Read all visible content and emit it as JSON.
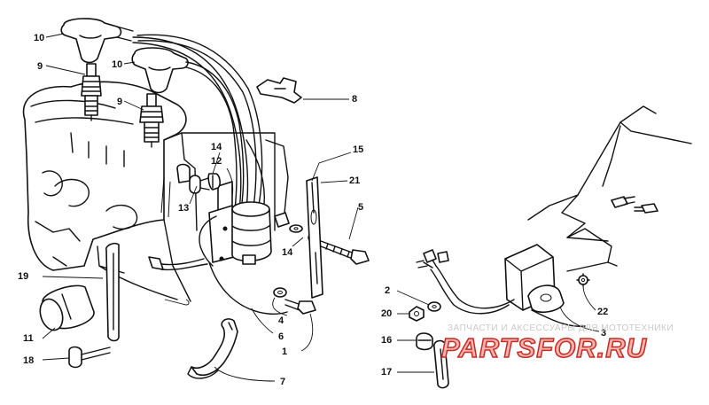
{
  "diagram": {
    "callouts": [
      "10",
      "9",
      "10",
      "9",
      "8",
      "14",
      "12",
      "13",
      "15",
      "21",
      "5",
      "14",
      "19",
      "11",
      "18",
      "4",
      "6",
      "1",
      "7",
      "2",
      "20",
      "16",
      "17",
      "22",
      "3"
    ]
  },
  "watermark": {
    "tagline": "ЗАПЧАСТИ И АКСЕССУАРЫ ДЛЯ МОТОТЕХНИКИ",
    "logo": "PARTSFOR.RU"
  },
  "colors": {
    "ink": "#111111",
    "logo_fill": "#f5b5b0",
    "logo_stroke": "#c92a22",
    "tagline": "#c9c9c9"
  }
}
